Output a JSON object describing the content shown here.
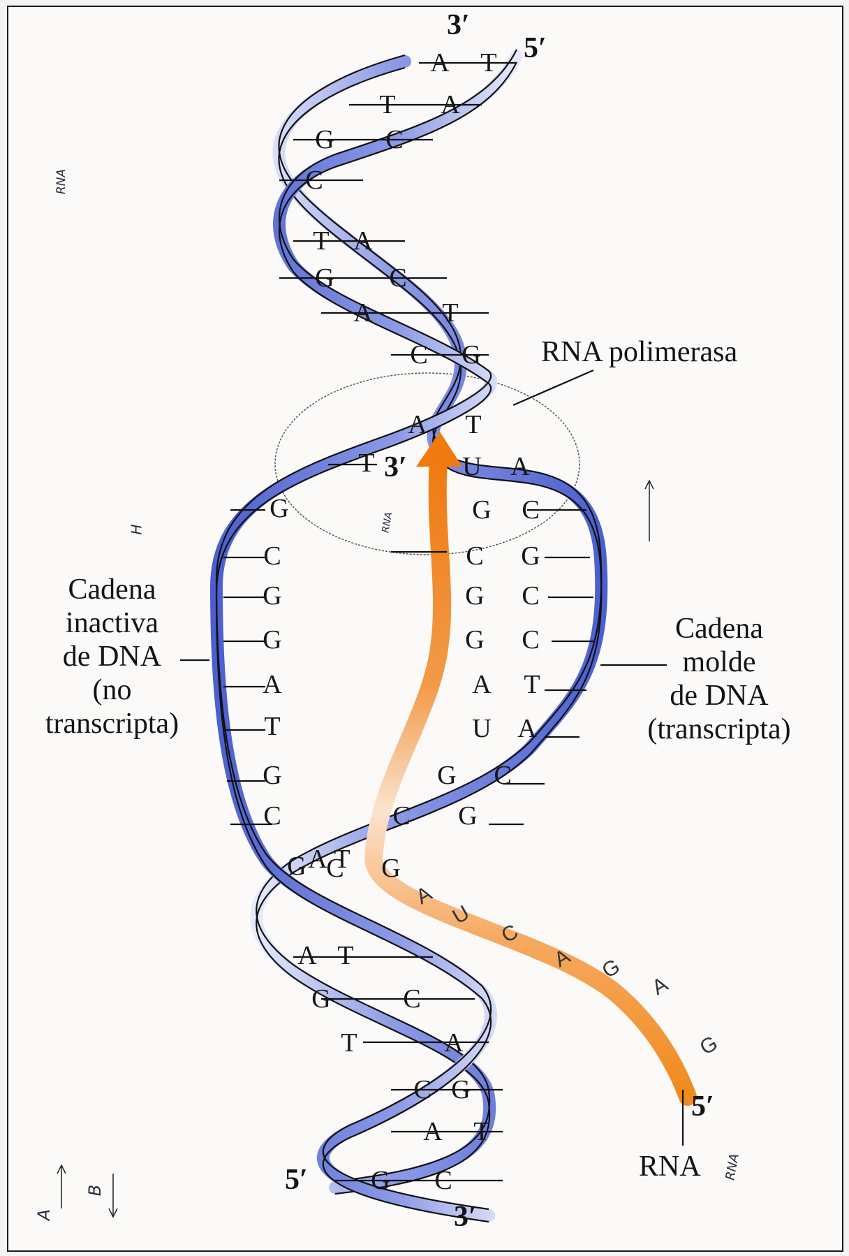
{
  "labels": {
    "polymerase": "RNA polimerasa",
    "nontemplate": [
      "Cadena",
      "inactiva",
      "de DNA",
      "(no",
      "transcripta)"
    ],
    "template": [
      "Cadena",
      "molde",
      "de DNA",
      "(transcripta)"
    ],
    "rna": "RNA",
    "prime3_top": "3′",
    "prime5_top": "5′",
    "prime5_bottom_left": "5′",
    "prime3_bottom": "3′",
    "prime3_rna": "3′",
    "prime5_rna": "5′"
  },
  "base_pairs": {
    "top": [
      [
        "A",
        "T"
      ],
      [
        "T",
        "A"
      ],
      [
        "G",
        "C"
      ],
      [
        "C",
        ""
      ],
      [
        "T",
        "A"
      ],
      [
        "G",
        "C"
      ],
      [
        "A",
        "T"
      ],
      [
        "C",
        "G"
      ]
    ],
    "bubble_left": [
      "T",
      "G",
      "C",
      "G",
      "G",
      "A",
      "T",
      "G",
      "C",
      "G"
    ],
    "bubble_right_rna": [
      "A",
      "U",
      "G",
      "C",
      "G",
      "G",
      "A",
      "U",
      "G",
      "C",
      "G"
    ],
    "bubble_right_dna": [
      "T",
      "A",
      "C",
      "G",
      "C",
      "C",
      "T",
      "A",
      "C",
      "G",
      "C"
    ],
    "bottom": [
      [
        "A",
        "T"
      ],
      [
        "A",
        "T"
      ],
      [
        "G",
        "C"
      ],
      [
        "T",
        "A"
      ],
      [
        "C",
        "G"
      ],
      [
        "A",
        "T"
      ],
      [
        "G",
        "C"
      ]
    ]
  },
  "rna_tail": [
    "A",
    "U",
    "C",
    "A",
    "G",
    "A",
    "G"
  ],
  "handwritten": {
    "h1": "RNA",
    "h2": "RNA",
    "h3": "RNA",
    "h4": "H",
    "side_a": "A",
    "side_b": "B"
  },
  "colors": {
    "strand_blue": "#5a6fd6",
    "strand_light": "#c9d2f2",
    "rna_orange": "#f08a1c"
  }
}
